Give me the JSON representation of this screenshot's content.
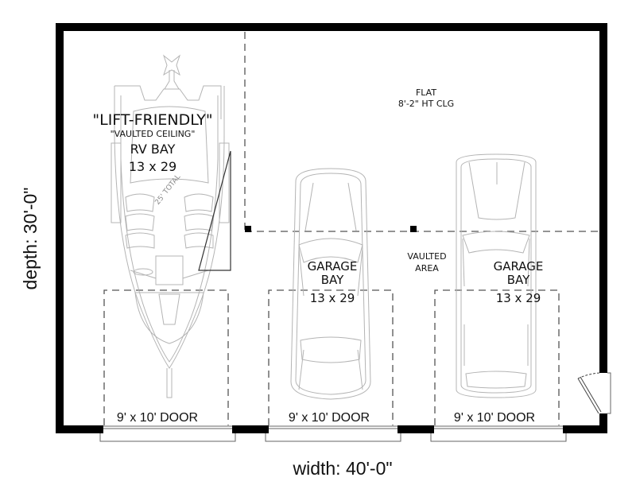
{
  "plan": {
    "dimensions": {
      "width_label": "width: 40'-0\"",
      "depth_label": "depth: 30'-0\""
    },
    "rv_bay": {
      "title": "\"LIFT-FRIENDLY\"",
      "subtitle": "\"VAULTED CEILING\"",
      "name": "RV BAY",
      "size": "13 x 29",
      "boat_length_note": "25' TOTAL"
    },
    "flat_ceiling": {
      "label": "FLAT",
      "height": "8'-2\" HT CLG"
    },
    "vaulted_area": {
      "line1": "VAULTED",
      "line2": "AREA"
    },
    "garage_bays": [
      {
        "line1": "GARAGE",
        "line2": "BAY",
        "size": "13 x 29"
      },
      {
        "line1": "GARAGE",
        "line2": "BAY",
        "size": "13 x 29"
      }
    ],
    "doors": [
      {
        "label": "9' x 10' DOOR"
      },
      {
        "label": "9' x 10' DOOR"
      },
      {
        "label": "9' x 10' DOOR"
      }
    ],
    "colors": {
      "wall": "#000000",
      "vehicle_outline": "#b4b4b4",
      "dashed_line": "#555555",
      "background": "#ffffff"
    }
  }
}
